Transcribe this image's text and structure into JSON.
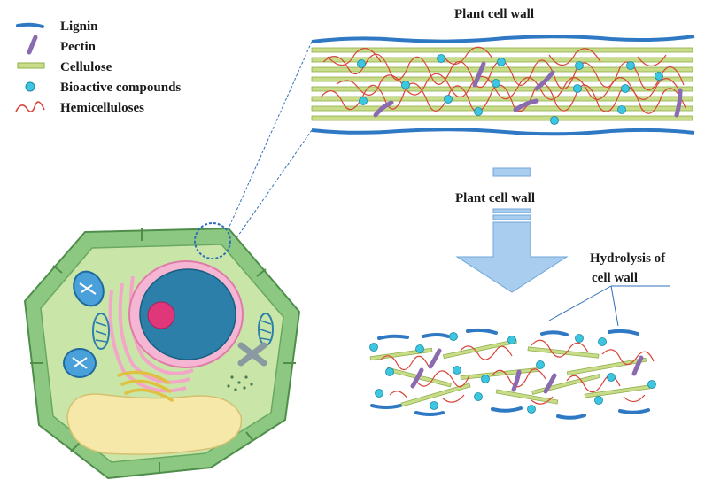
{
  "legend": {
    "items": [
      {
        "label": "Lignin",
        "icon": "lignin-icon"
      },
      {
        "label": "Pectin",
        "icon": "pectin-icon"
      },
      {
        "label": "Cellulose",
        "icon": "cellulose-icon"
      },
      {
        "label": "Bioactive compounds",
        "icon": "bioactive-compound-icon"
      },
      {
        "label": "Hemicelluloses",
        "icon": "hemicellulose-icon"
      }
    ]
  },
  "top_panel": {
    "title": "Plant cell wall"
  },
  "arrow_panel": {
    "title": "Plant cell wall"
  },
  "bottom_panel": {
    "title_line1": "Hydrolysis of",
    "title_line2": "cell wall"
  },
  "colors": {
    "lignin": "#2f78c4",
    "pectin": "#8a6bb0",
    "cellulose": "#c8dc8a",
    "cellulose_edge": "#8fb04a",
    "bioactive": "#3cc6e0",
    "hemicellulose": "#d8453a",
    "cell_wall": "#8cc882",
    "cytoplasm": "#c9e6a8",
    "nucleus": "#2b7fa8",
    "nucleolus": "#e0367a",
    "er": "#f2a6c8",
    "golgi": "#e0c040",
    "vacuole": "#f6e8a8",
    "chloroplast": "#4aa0d8",
    "arrow": "#a8cdee"
  }
}
